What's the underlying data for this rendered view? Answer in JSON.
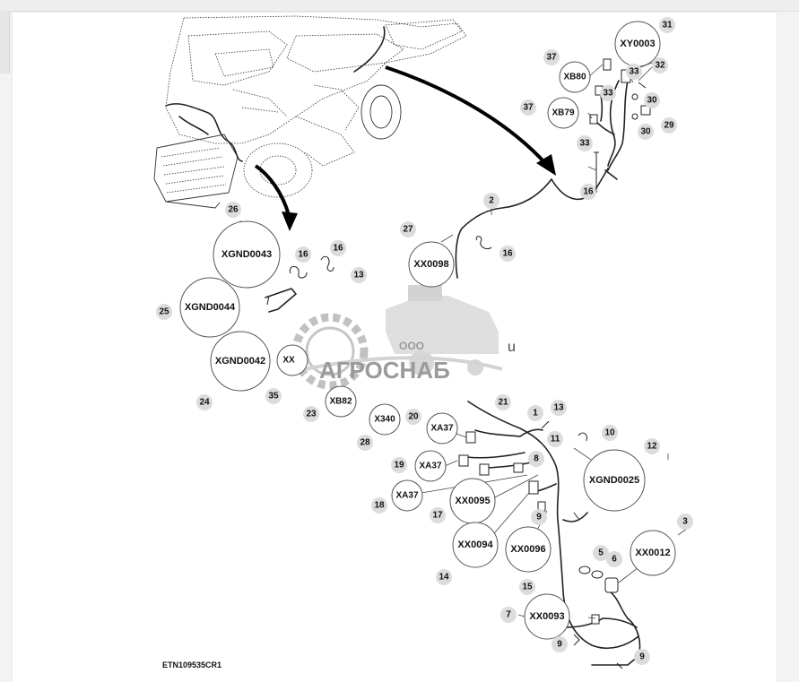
{
  "figure_id": "ETN109535CR1",
  "watermark": {
    "company_prefix": "ООО",
    "company_name": "АГРОСНАБ",
    "suffix": "u"
  },
  "callouts": [
    {
      "label": "XY0003",
      "num": "31"
    },
    {
      "label": "XB80",
      "num": "37"
    },
    {
      "label": "XB79",
      "num": "37"
    },
    {
      "label": "XGND0043",
      "num": "26"
    },
    {
      "label": "XGND0044",
      "num": "25"
    },
    {
      "label": "XGND0042",
      "num": "24"
    },
    {
      "label": "XX",
      "num": "35"
    },
    {
      "label": "XB82",
      "num": "23"
    },
    {
      "label": "XX0098",
      "num": "27"
    },
    {
      "label": "X340",
      "num": "28"
    },
    {
      "label": "XA37",
      "num": "20"
    },
    {
      "label": "XA37",
      "num": "19"
    },
    {
      "label": "XA37",
      "num": "18"
    },
    {
      "label": "XX0095",
      "num": "17"
    },
    {
      "label": "XX0094",
      "num": "14"
    },
    {
      "label": "XX0096",
      "num": "15"
    },
    {
      "label": "XGND0025",
      "num": "12"
    },
    {
      "label": "XX0012",
      "num": "3"
    },
    {
      "label": "XX0093",
      "num": "7"
    }
  ],
  "part_numbers": [
    "33",
    "32",
    "30",
    "30",
    "29",
    "33",
    "33",
    "16",
    "2",
    "16",
    "16",
    "16",
    "13",
    "21",
    "1",
    "13",
    "11",
    "10",
    "8",
    "9",
    "5",
    "6",
    "9",
    "9"
  ],
  "colors": {
    "ink": "#222222",
    "callout_badge": "#dcdcdc",
    "watermark": "#9a9a9a"
  },
  "icons": [
    "gear-logo-icon",
    "combine-harvester-logo-icon"
  ]
}
